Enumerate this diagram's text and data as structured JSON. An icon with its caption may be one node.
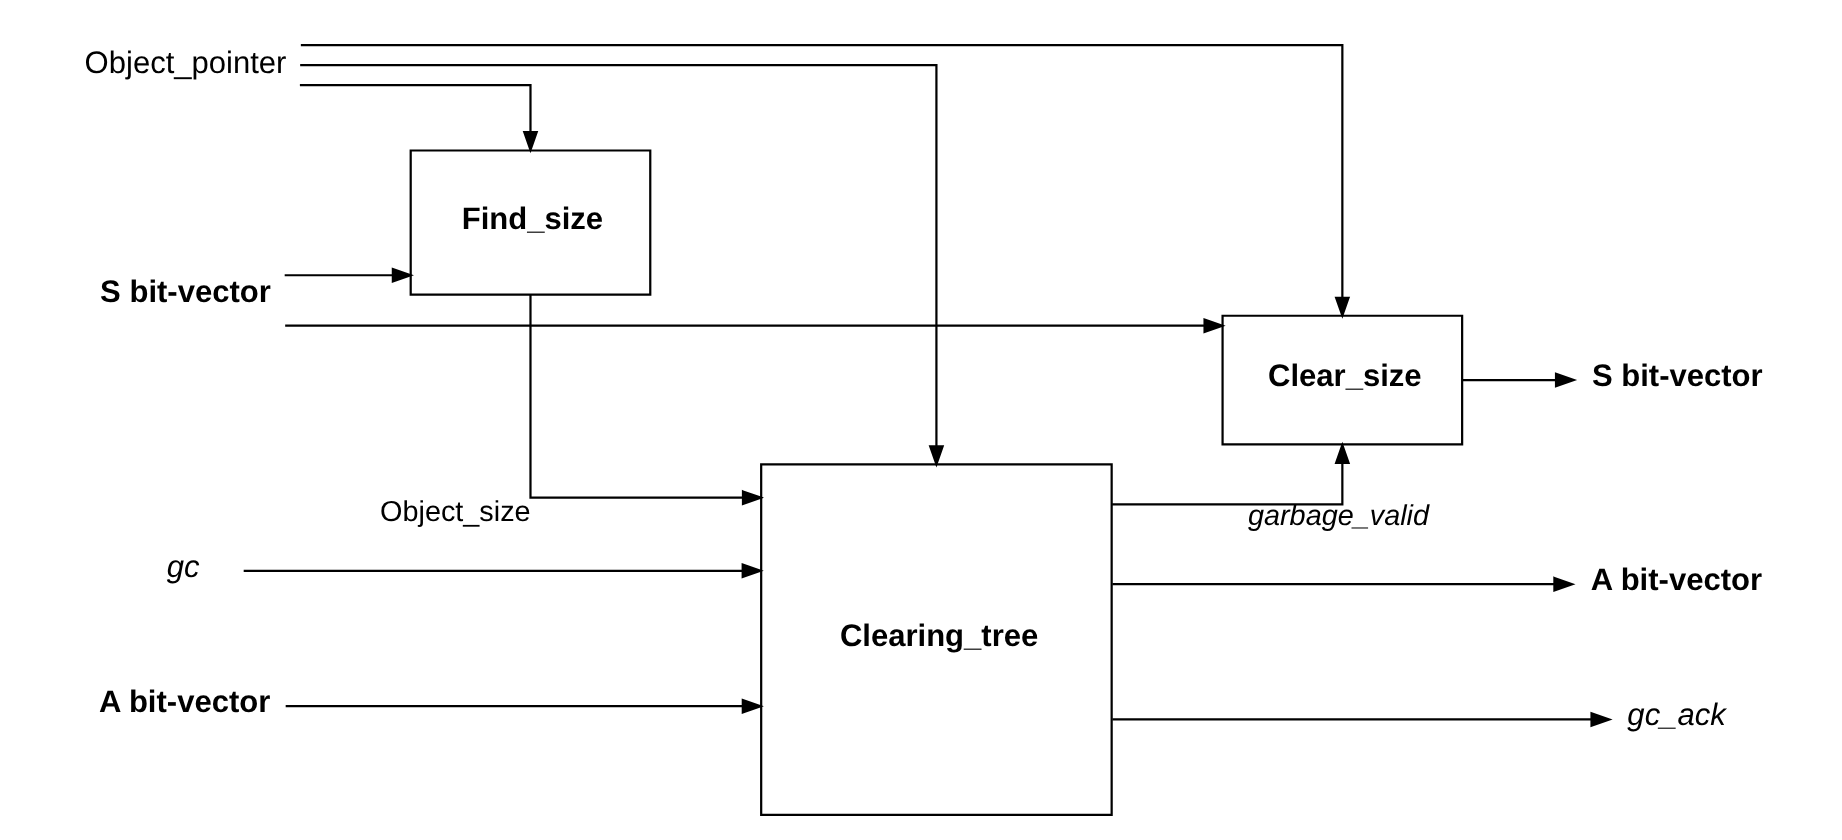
{
  "diagram": {
    "nodes": [
      {
        "text": [
          "Clearing_tree"
        ]
      },
      {
        "text": [
          "Find_size"
        ]
      },
      {
        "text": [
          "Clear_size"
        ]
      },
      {
        "text": [
          "gc"
        ]
      },
      {
        "text": [
          "A bit-vector"
        ]
      },
      {
        "text": [
          "Object_pointer"
        ]
      },
      {
        "text": [
          "S bit-vector"
        ]
      },
      {
        "text": [
          "A bit-vector"
        ]
      },
      {
        "text": [
          "gc_ack"
        ]
      },
      {
        "text": [
          "S bit-vector"
        ]
      }
    ],
    "edges": [
      {
        "from": 3,
        "to": 0,
        "arrow": "to"
      },
      {
        "from": 4,
        "to": 0,
        "arrow": "to"
      },
      {
        "from": 5,
        "to": 0,
        "arrow": "to"
      },
      {
        "from": 5,
        "to": 1,
        "arrow": "to"
      },
      {
        "from": 6,
        "to": 1,
        "arrow": "to"
      },
      {
        "from": 1,
        "to": 0,
        "arrow": "to",
        "label": "Object_size"
      },
      {
        "from": 0,
        "to": 7,
        "arrow": "to"
      },
      {
        "from": 0,
        "to": 8,
        "arrow": "to"
      },
      {
        "from": 0,
        "to": 2,
        "arrow": "to",
        "label": "garbage_valid"
      },
      {
        "from": 6,
        "to": 2,
        "arrow": "to"
      },
      {
        "from": 5,
        "to": 2,
        "arrow": "to"
      },
      {
        "from": 2,
        "to": 9,
        "arrow": "to"
      }
    ]
  }
}
